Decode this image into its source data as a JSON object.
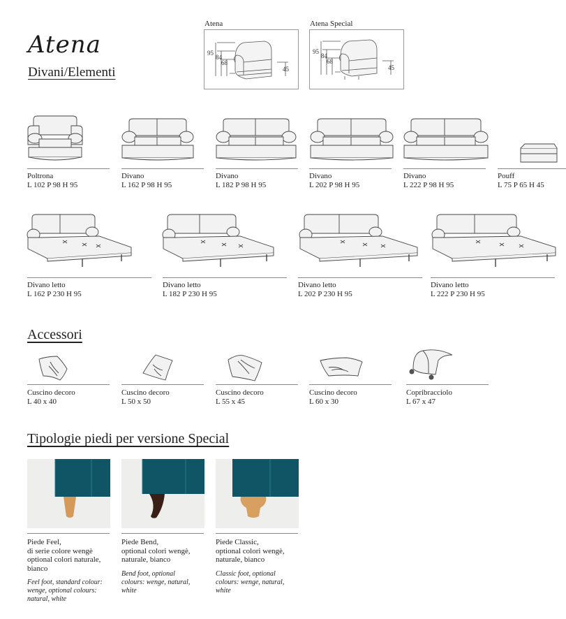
{
  "header": {
    "title": "Atena",
    "subtitle": "Divani/Elementi"
  },
  "dimension_boxes": [
    {
      "label": "Atena",
      "dims": [
        "95",
        "84",
        "68",
        "45"
      ]
    },
    {
      "label": "Atena Special",
      "dims": [
        "95",
        "84",
        "68",
        "45"
      ]
    }
  ],
  "sofas": [
    {
      "name": "Poltrona",
      "dims": "L 102 P 98 H 95"
    },
    {
      "name": "Divano",
      "dims": "L 162 P 98 H 95"
    },
    {
      "name": "Divano",
      "dims": "L 182 P 98 H 95"
    },
    {
      "name": "Divano",
      "dims": "L 202 P 98 H 95"
    },
    {
      "name": "Divano",
      "dims": "L 222 P 98 H 95"
    },
    {
      "name": "Pouff",
      "dims": "L 75 P 65 H 45"
    }
  ],
  "sofa_beds": [
    {
      "name": "Divano letto",
      "dims": "L 162 P 230 H 95"
    },
    {
      "name": "Divano letto",
      "dims": "L 182 P 230 H 95"
    },
    {
      "name": "Divano letto",
      "dims": "L 202 P 230 H 95"
    },
    {
      "name": "Divano letto",
      "dims": "L 222 P 230 H 95"
    }
  ],
  "accessories": {
    "heading": "Accessori",
    "items": [
      {
        "name": "Cuscino decoro",
        "dims": "L 40 x 40"
      },
      {
        "name": "Cuscino decoro",
        "dims": "L 50 x 50"
      },
      {
        "name": "Cuscino decoro",
        "dims": "L 55 x 45"
      },
      {
        "name": "Cuscino decoro",
        "dims": "L 60 x 30"
      },
      {
        "name": "Copribracciolo",
        "dims": "L 67 x 47"
      }
    ]
  },
  "feet": {
    "heading": "Tipologie piedi per versione Special",
    "fabric_color": "#0f5566",
    "items": [
      {
        "it_lines": [
          "Piede Feel,",
          "di serie colore wengè",
          "optional colori naturale,",
          "bianco"
        ],
        "en_lines": [
          "Feel foot, standard colour:",
          "wenge, optional colours:",
          "natural, white"
        ],
        "foot_color": "#d59a5a"
      },
      {
        "it_lines": [
          "Piede Bend,",
          "optional colori wengè,",
          "naturale, bianco"
        ],
        "en_lines": [
          "Bend foot, optional",
          "colours: wenge, natural,",
          "white"
        ],
        "foot_color": "#3a1f16"
      },
      {
        "it_lines": [
          "Piede Classic,",
          "optional colori wengè,",
          "naturale, bianco"
        ],
        "en_lines": [
          "Classic foot, optional",
          "colours: wenge, natural,",
          "white"
        ],
        "foot_color": "#d8a060"
      }
    ]
  }
}
